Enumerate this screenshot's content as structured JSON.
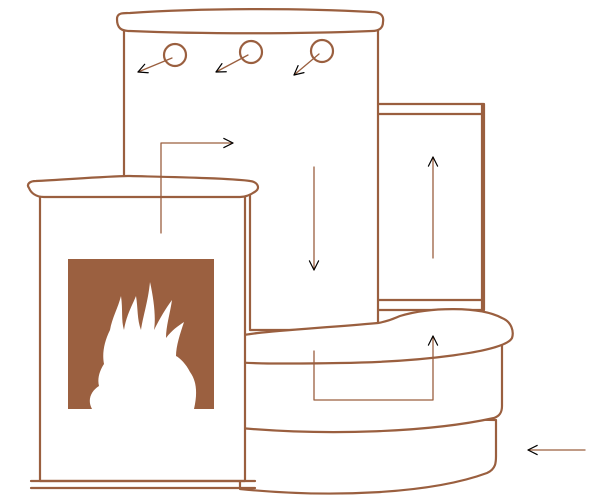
{
  "colors": {
    "stroke": "#9a5f3f",
    "fire_panel": "#9b6040",
    "background": "#ffffff"
  },
  "diagram": {
    "subject": "masonry-heater-airflow",
    "components": [
      "firebox",
      "fire-window",
      "flame",
      "heat-exchange-tower",
      "exhaust-ports",
      "side-flue-chamber",
      "heated-bench"
    ],
    "exhaust_port_count": 3,
    "flow_arrow_icons": [
      "arrow-right-icon",
      "arrow-down-icon",
      "arrow-up-icon",
      "arrow-up-icon",
      "arrow-left-icon",
      "arrow-down-left-icon"
    ]
  }
}
